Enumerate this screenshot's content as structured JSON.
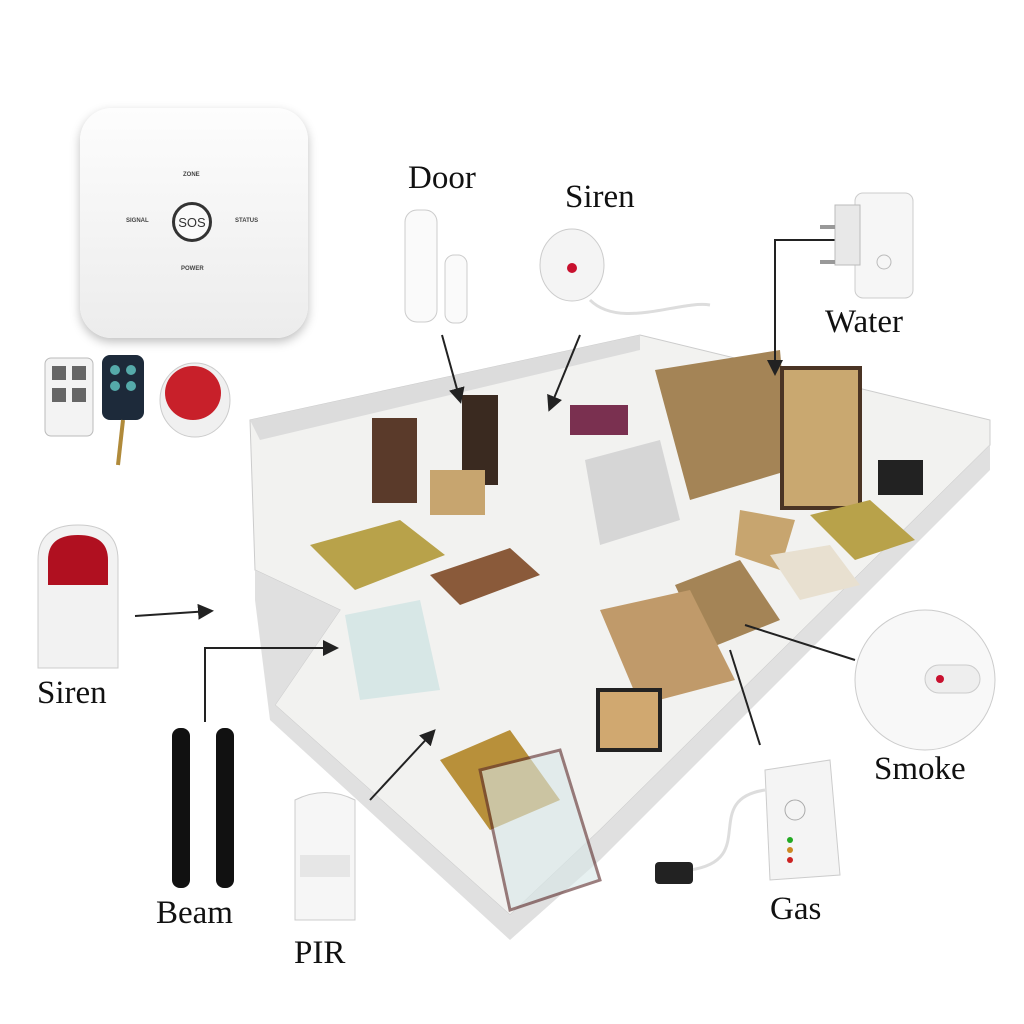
{
  "hub": {
    "zone": "ZONE",
    "signal": "SIGNAL",
    "sos": "SOS",
    "status": "STATUS",
    "power": "POWER"
  },
  "labels": {
    "door": "Door",
    "siren_top": "Siren",
    "water": "Water",
    "siren_left": "Siren",
    "beam": "Beam",
    "pir": "PIR",
    "gas": "Gas",
    "smoke": "Smoke"
  },
  "colors": {
    "alarm_red": "#c8102e",
    "wood": "#8a6a3c",
    "floor": "#f4f4f2"
  }
}
